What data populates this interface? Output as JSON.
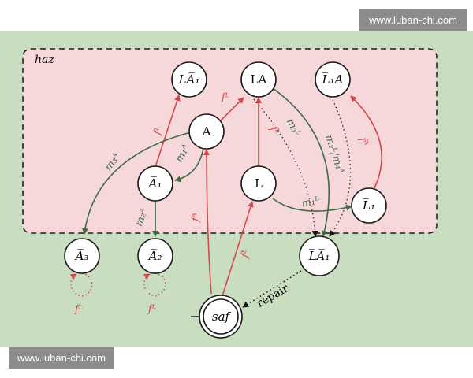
{
  "watermarks": {
    "top": "www.luban-chi.com",
    "bottom": "www.luban-chi.com"
  },
  "colors": {
    "background": "#c9ddc0",
    "region": "#f6d8da",
    "red_edge": "#d4474a",
    "green_edge": "#3f6b44",
    "text": "#000000"
  },
  "region": {
    "label": "haz"
  },
  "nodes": {
    "LA1bar": "LA̅₁",
    "LA": "LA",
    "L1barA": "L̅₁A",
    "A": "A",
    "A1bar": "A̅₁",
    "L": "L",
    "L1bar": "L̅₁",
    "A3bar": "A̅₃",
    "A2bar": "A̅₂",
    "LA1bar_out": "L̅A̅₁",
    "saf": "saf"
  },
  "edge_labels": {
    "fL_left": "fᴸ",
    "m1A": "m₁ᴬ",
    "fL_top": "fᴸ",
    "fL_dotted": "fᴸ",
    "m3L": "m₃ᴸ",
    "m2LpmA": "m₂ᴸ/m₄ᴬ",
    "fA_right": "fᴬ",
    "m3A": "m₃ᴬ",
    "m2A": "m₂ᴬ",
    "m1L": "m₁ᴸ",
    "fA_mid": "fᴬ",
    "fL_mid": "fᴸ",
    "fL_loopA3": "fᴸ",
    "fL_loopA2": "fᴸ",
    "repair": "repair"
  }
}
